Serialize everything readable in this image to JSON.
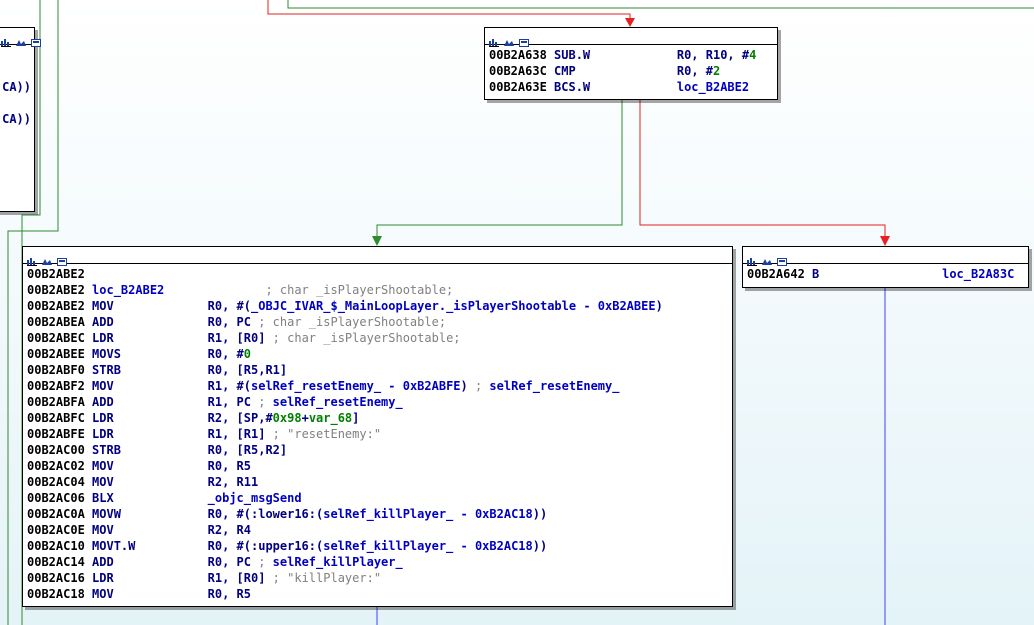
{
  "colors": {
    "true_edge": "#2e8b2e",
    "false_edge": "#e82020",
    "uncond_edge": "#4040ff"
  },
  "node_left": {
    "rows": [
      {
        "text": "CA))"
      },
      {
        "text": "CA))"
      }
    ]
  },
  "node_top": {
    "rows": [
      {
        "addr": "00B2A638",
        "mn": "SUB.W",
        "op": "R0, R10, #",
        "opnum": "4"
      },
      {
        "addr": "00B2A63C",
        "mn": "CMP",
        "op": "R0, #",
        "opnum": "2"
      },
      {
        "addr": "00B2A63E",
        "mn": "BCS.W",
        "op": "loc_B2ABE2",
        "opnum": ""
      }
    ]
  },
  "node_right": {
    "rows": [
      {
        "addr": "00B2A642",
        "mn": "B",
        "op": "loc_B2A83C"
      }
    ]
  },
  "node_main": {
    "rows": [
      {
        "addr": "00B2ABE2",
        "mn": "",
        "ops": []
      },
      {
        "addr": "00B2ABE2",
        "mn": "loc_B2ABE2",
        "ops": [
          {
            "t": "              ",
            "c": ""
          },
          {
            "t": "; char _isPlayerShootable;",
            "c": "cmt"
          }
        ]
      },
      {
        "addr": "00B2ABE2",
        "mn": "MOV",
        "ops": [
          {
            "t": "R0, #(",
            "c": "reg"
          },
          {
            "t": "_OBJC_IVAR_$_MainLoopLayer._isPlayerShootable - 0xB2ABEE",
            "c": "name"
          },
          {
            "t": ")",
            "c": "reg"
          }
        ]
      },
      {
        "addr": "00B2ABEA",
        "mn": "ADD",
        "ops": [
          {
            "t": "R0, PC ",
            "c": "reg"
          },
          {
            "t": "; char _isPlayerShootable;",
            "c": "cmt"
          }
        ]
      },
      {
        "addr": "00B2ABEC",
        "mn": "LDR",
        "ops": [
          {
            "t": "R1, [R0] ",
            "c": "reg"
          },
          {
            "t": "; char _isPlayerShootable;",
            "c": "cmt"
          }
        ]
      },
      {
        "addr": "00B2ABEE",
        "mn": "MOVS",
        "ops": [
          {
            "t": "R0, #",
            "c": "reg"
          },
          {
            "t": "0",
            "c": "num"
          }
        ]
      },
      {
        "addr": "00B2ABF0",
        "mn": "STRB",
        "ops": [
          {
            "t": "R0, [R5,R1]",
            "c": "reg"
          }
        ]
      },
      {
        "addr": "00B2ABF2",
        "mn": "MOV",
        "ops": [
          {
            "t": "R1, #(",
            "c": "reg"
          },
          {
            "t": "selRef_resetEnemy_ - 0xB2ABFE",
            "c": "name"
          },
          {
            "t": ") ",
            "c": "reg"
          },
          {
            "t": "; ",
            "c": "cmt"
          },
          {
            "t": "selRef_resetEnemy_",
            "c": "name"
          }
        ]
      },
      {
        "addr": "00B2ABFA",
        "mn": "ADD",
        "ops": [
          {
            "t": "R1, PC ",
            "c": "reg"
          },
          {
            "t": "; ",
            "c": "cmt"
          },
          {
            "t": "selRef_resetEnemy_",
            "c": "name"
          }
        ]
      },
      {
        "addr": "00B2ABFC",
        "mn": "LDR",
        "ops": [
          {
            "t": "R2, [SP,#",
            "c": "reg"
          },
          {
            "t": "0x98",
            "c": "num"
          },
          {
            "t": "+",
            "c": "reg"
          },
          {
            "t": "var_68",
            "c": "num"
          },
          {
            "t": "]",
            "c": "reg"
          }
        ]
      },
      {
        "addr": "00B2ABFE",
        "mn": "LDR",
        "ops": [
          {
            "t": "R1, [R1] ",
            "c": "reg"
          },
          {
            "t": "; \"resetEnemy:\"",
            "c": "str"
          }
        ]
      },
      {
        "addr": "00B2AC00",
        "mn": "STRB",
        "ops": [
          {
            "t": "R0, [R5,R2]",
            "c": "reg"
          }
        ]
      },
      {
        "addr": "00B2AC02",
        "mn": "MOV",
        "ops": [
          {
            "t": "R0, R5",
            "c": "reg"
          }
        ]
      },
      {
        "addr": "00B2AC04",
        "mn": "MOV",
        "ops": [
          {
            "t": "R2, R11",
            "c": "reg"
          }
        ]
      },
      {
        "addr": "00B2AC06",
        "mn": "BLX",
        "ops": [
          {
            "t": "_objc_msgSend",
            "c": "name"
          }
        ]
      },
      {
        "addr": "00B2AC0A",
        "mn": "MOVW",
        "ops": [
          {
            "t": "R0, #(:lower16:(",
            "c": "reg"
          },
          {
            "t": "selRef_killPlayer_ - 0xB2AC18",
            "c": "name"
          },
          {
            "t": "))",
            "c": "reg"
          }
        ]
      },
      {
        "addr": "00B2AC0E",
        "mn": "MOV",
        "ops": [
          {
            "t": "R2, R4",
            "c": "reg"
          }
        ]
      },
      {
        "addr": "00B2AC10",
        "mn": "MOVT.W",
        "ops": [
          {
            "t": "R0, #(:upper16:(",
            "c": "reg"
          },
          {
            "t": "selRef_killPlayer_ - 0xB2AC18",
            "c": "name"
          },
          {
            "t": "))",
            "c": "reg"
          }
        ]
      },
      {
        "addr": "00B2AC14",
        "mn": "ADD",
        "ops": [
          {
            "t": "R0, PC ",
            "c": "reg"
          },
          {
            "t": "; ",
            "c": "cmt"
          },
          {
            "t": "selRef_killPlayer_",
            "c": "name"
          }
        ]
      },
      {
        "addr": "00B2AC16",
        "mn": "LDR",
        "ops": [
          {
            "t": "R1, [R0] ",
            "c": "reg"
          },
          {
            "t": "; \"killPlayer:\"",
            "c": "str"
          }
        ]
      },
      {
        "addr": "00B2AC18",
        "mn": "MOV",
        "ops": [
          {
            "t": "R0, R5",
            "c": "reg"
          }
        ]
      }
    ]
  }
}
